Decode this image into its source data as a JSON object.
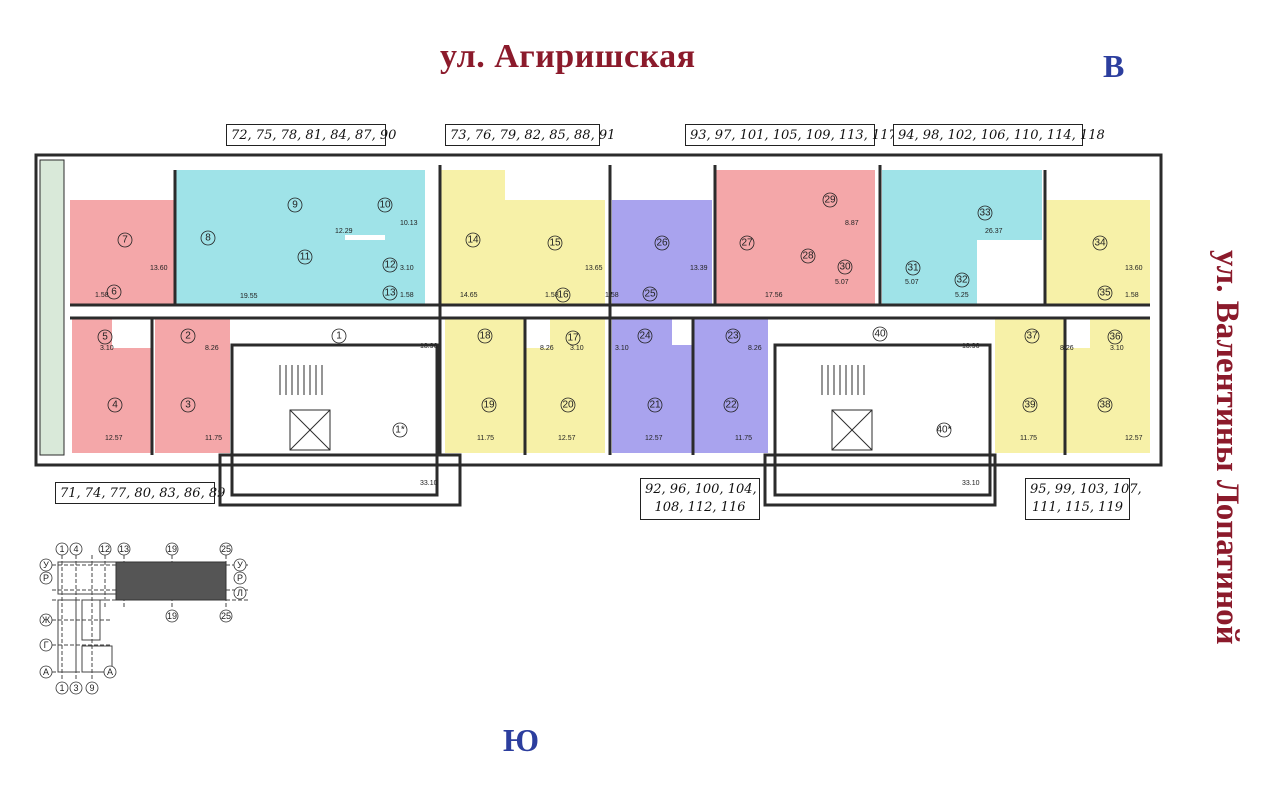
{
  "streets": {
    "north": "ул. Агиришская",
    "east": "ул. Валентины Лопатиной"
  },
  "compass": {
    "east": "В",
    "south": "Ю"
  },
  "apartment_numbers": [
    {
      "id": "a1",
      "text": "72, 75, 78, 81, 84, 87, 90"
    },
    {
      "id": "a2",
      "text": "73, 76, 79, 82, 85, 88, 91"
    },
    {
      "id": "a3",
      "text": "93, 97, 101, 105, 109, 113, 117"
    },
    {
      "id": "a4",
      "text": "94, 98, 102, 106, 110, 114, 118"
    },
    {
      "id": "a5",
      "text": "71, 74, 77, 80, 83, 86, 89"
    },
    {
      "id": "a6",
      "line1": "92, 96, 100, 104,",
      "line2": "108, 112, 116"
    },
    {
      "id": "a7",
      "line1": "95, 99, 103, 107,",
      "line2": "111, 115, 119"
    }
  ],
  "rooms": [
    {
      "n": "7",
      "area": "13.60",
      "color": "#f4a7a9"
    },
    {
      "n": "8",
      "area": "19.55",
      "color": "#9fe3e8"
    },
    {
      "n": "9",
      "area": "12.29",
      "color": "#9fe3e8"
    },
    {
      "n": "10",
      "area": "10.13",
      "color": "#9fe3e8"
    },
    {
      "n": "11",
      "area": "",
      "color": "#9fe3e8"
    },
    {
      "n": "12",
      "area": "3.10",
      "color": "#9fe3e8"
    },
    {
      "n": "13",
      "area": "1.58",
      "color": "#9fe3e8"
    },
    {
      "n": "14",
      "area": "14.65",
      "color": "#f7f1a8"
    },
    {
      "n": "15",
      "area": "13.65",
      "color": "#f7f1a8"
    },
    {
      "n": "16",
      "area": "1.58",
      "color": "#f7f1a8"
    },
    {
      "n": "17",
      "area": "3.10",
      "color": "#f7f1a8"
    },
    {
      "n": "18",
      "area": "8.26",
      "color": "#f7f1a8"
    },
    {
      "n": "19",
      "area": "11.75",
      "color": "#f7f1a8"
    },
    {
      "n": "20",
      "area": "12.57",
      "color": "#f7f1a8"
    },
    {
      "n": "21",
      "area": "12.57",
      "color": "#a9a3ee"
    },
    {
      "n": "22",
      "area": "11.75",
      "color": "#a9a3ee"
    },
    {
      "n": "23",
      "area": "8.26",
      "color": "#a9a3ee"
    },
    {
      "n": "24",
      "area": "3.10",
      "color": "#a9a3ee"
    },
    {
      "n": "25",
      "area": "1.58",
      "color": "#a9a3ee"
    },
    {
      "n": "26",
      "area": "13.39",
      "color": "#a9a3ee"
    },
    {
      "n": "27",
      "area": "17.56",
      "color": "#f4a7a9"
    },
    {
      "n": "28",
      "area": "",
      "color": "#f4a7a9"
    },
    {
      "n": "29",
      "area": "8.87",
      "color": "#f4a7a9"
    },
    {
      "n": "30",
      "area": "5.07",
      "color": "#f4a7a9"
    },
    {
      "n": "31",
      "area": "5.07",
      "color": "#9fe3e8"
    },
    {
      "n": "32",
      "area": "5.25",
      "color": "#9fe3e8"
    },
    {
      "n": "33",
      "area": "26.37",
      "color": "#9fe3e8"
    },
    {
      "n": "34",
      "area": "13.60",
      "color": "#f7f1a8"
    },
    {
      "n": "35",
      "area": "1.58",
      "color": "#f7f1a8"
    },
    {
      "n": "36",
      "area": "3.10",
      "color": "#f7f1a8"
    },
    {
      "n": "37",
      "area": "8.26",
      "color": "#f7f1a8"
    },
    {
      "n": "38",
      "area": "12.57",
      "color": "#f7f1a8"
    },
    {
      "n": "39",
      "area": "11.75",
      "color": "#f7f1a8"
    },
    {
      "n": "2",
      "area": "8.26",
      "color": "#f4a7a9"
    },
    {
      "n": "3",
      "area": "11.75",
      "color": "#f4a7a9"
    },
    {
      "n": "4",
      "area": "12.57",
      "color": "#f4a7a9"
    },
    {
      "n": "5",
      "area": "3.10",
      "color": "#f4a7a9"
    },
    {
      "n": "6",
      "area": "1.58",
      "color": "#f4a7a9"
    },
    {
      "n": "1",
      "area": "13.96",
      "color": "#ffffff"
    },
    {
      "n": "1*",
      "area": "33.10",
      "color": "#ffffff"
    },
    {
      "n": "40",
      "area": "13.96",
      "color": "#ffffff"
    },
    {
      "n": "40*",
      "area": "33.10",
      "color": "#ffffff"
    }
  ],
  "key_plan": {
    "top_numbers": [
      "1",
      "4",
      "12",
      "13",
      "19",
      "25"
    ],
    "bottom_numbers": [
      "1",
      "3",
      "9"
    ],
    "mid_numbers": [
      "19",
      "25"
    ],
    "left_letters": [
      "У",
      "Р",
      "Ж",
      "Г",
      "А"
    ],
    "right_letters": [
      "У",
      "Р",
      "Л"
    ],
    "right_bottom_letter": "А"
  }
}
